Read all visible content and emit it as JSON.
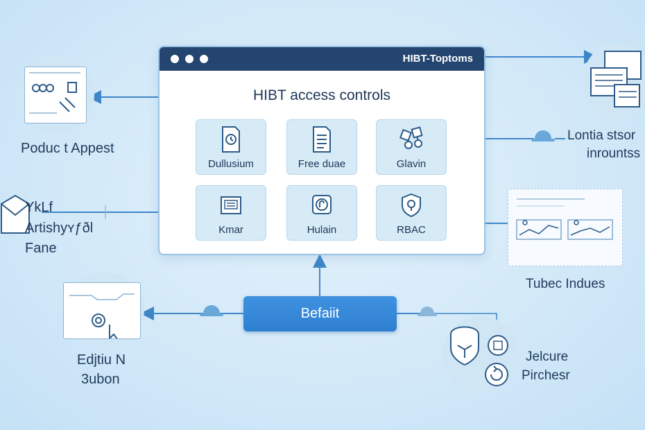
{
  "window": {
    "title": "HIBT-Toptoms",
    "heading": "HIBT access controls",
    "tiles": [
      {
        "label": "Dullusium",
        "icon": "document-clock-icon"
      },
      {
        "label": "Free duae",
        "icon": "document-lines-icon"
      },
      {
        "label": "Glavin",
        "icon": "network-nodes-icon"
      },
      {
        "label": "Kmar",
        "icon": "id-card-icon"
      },
      {
        "label": "Hulain",
        "icon": "lock-badge-icon"
      },
      {
        "label": "RBAC",
        "icon": "shield-icon"
      }
    ]
  },
  "nodes": {
    "top_left": {
      "label": "Poduc t Appest"
    },
    "mid_left": {
      "line1": "YkLf",
      "line2": "Artishyʏƒðl",
      "line3": "Fane"
    },
    "bottom_left": {
      "line1": "Edjtiu N",
      "line2": "3ubon"
    },
    "top_right": {
      "line1": "Lontia stsor",
      "line2": "inrountss"
    },
    "mid_right": {
      "label": "Tubec Indues"
    },
    "bottom_right": {
      "line1": "Jelcure",
      "line2": "Pirchesr"
    }
  },
  "action_button": {
    "label": "Befaiit"
  },
  "colors": {
    "titlebar": "#23456f",
    "accent": "#3f92e0",
    "connector": "#3f86c9",
    "tile_bg": "#d7ebf7"
  }
}
